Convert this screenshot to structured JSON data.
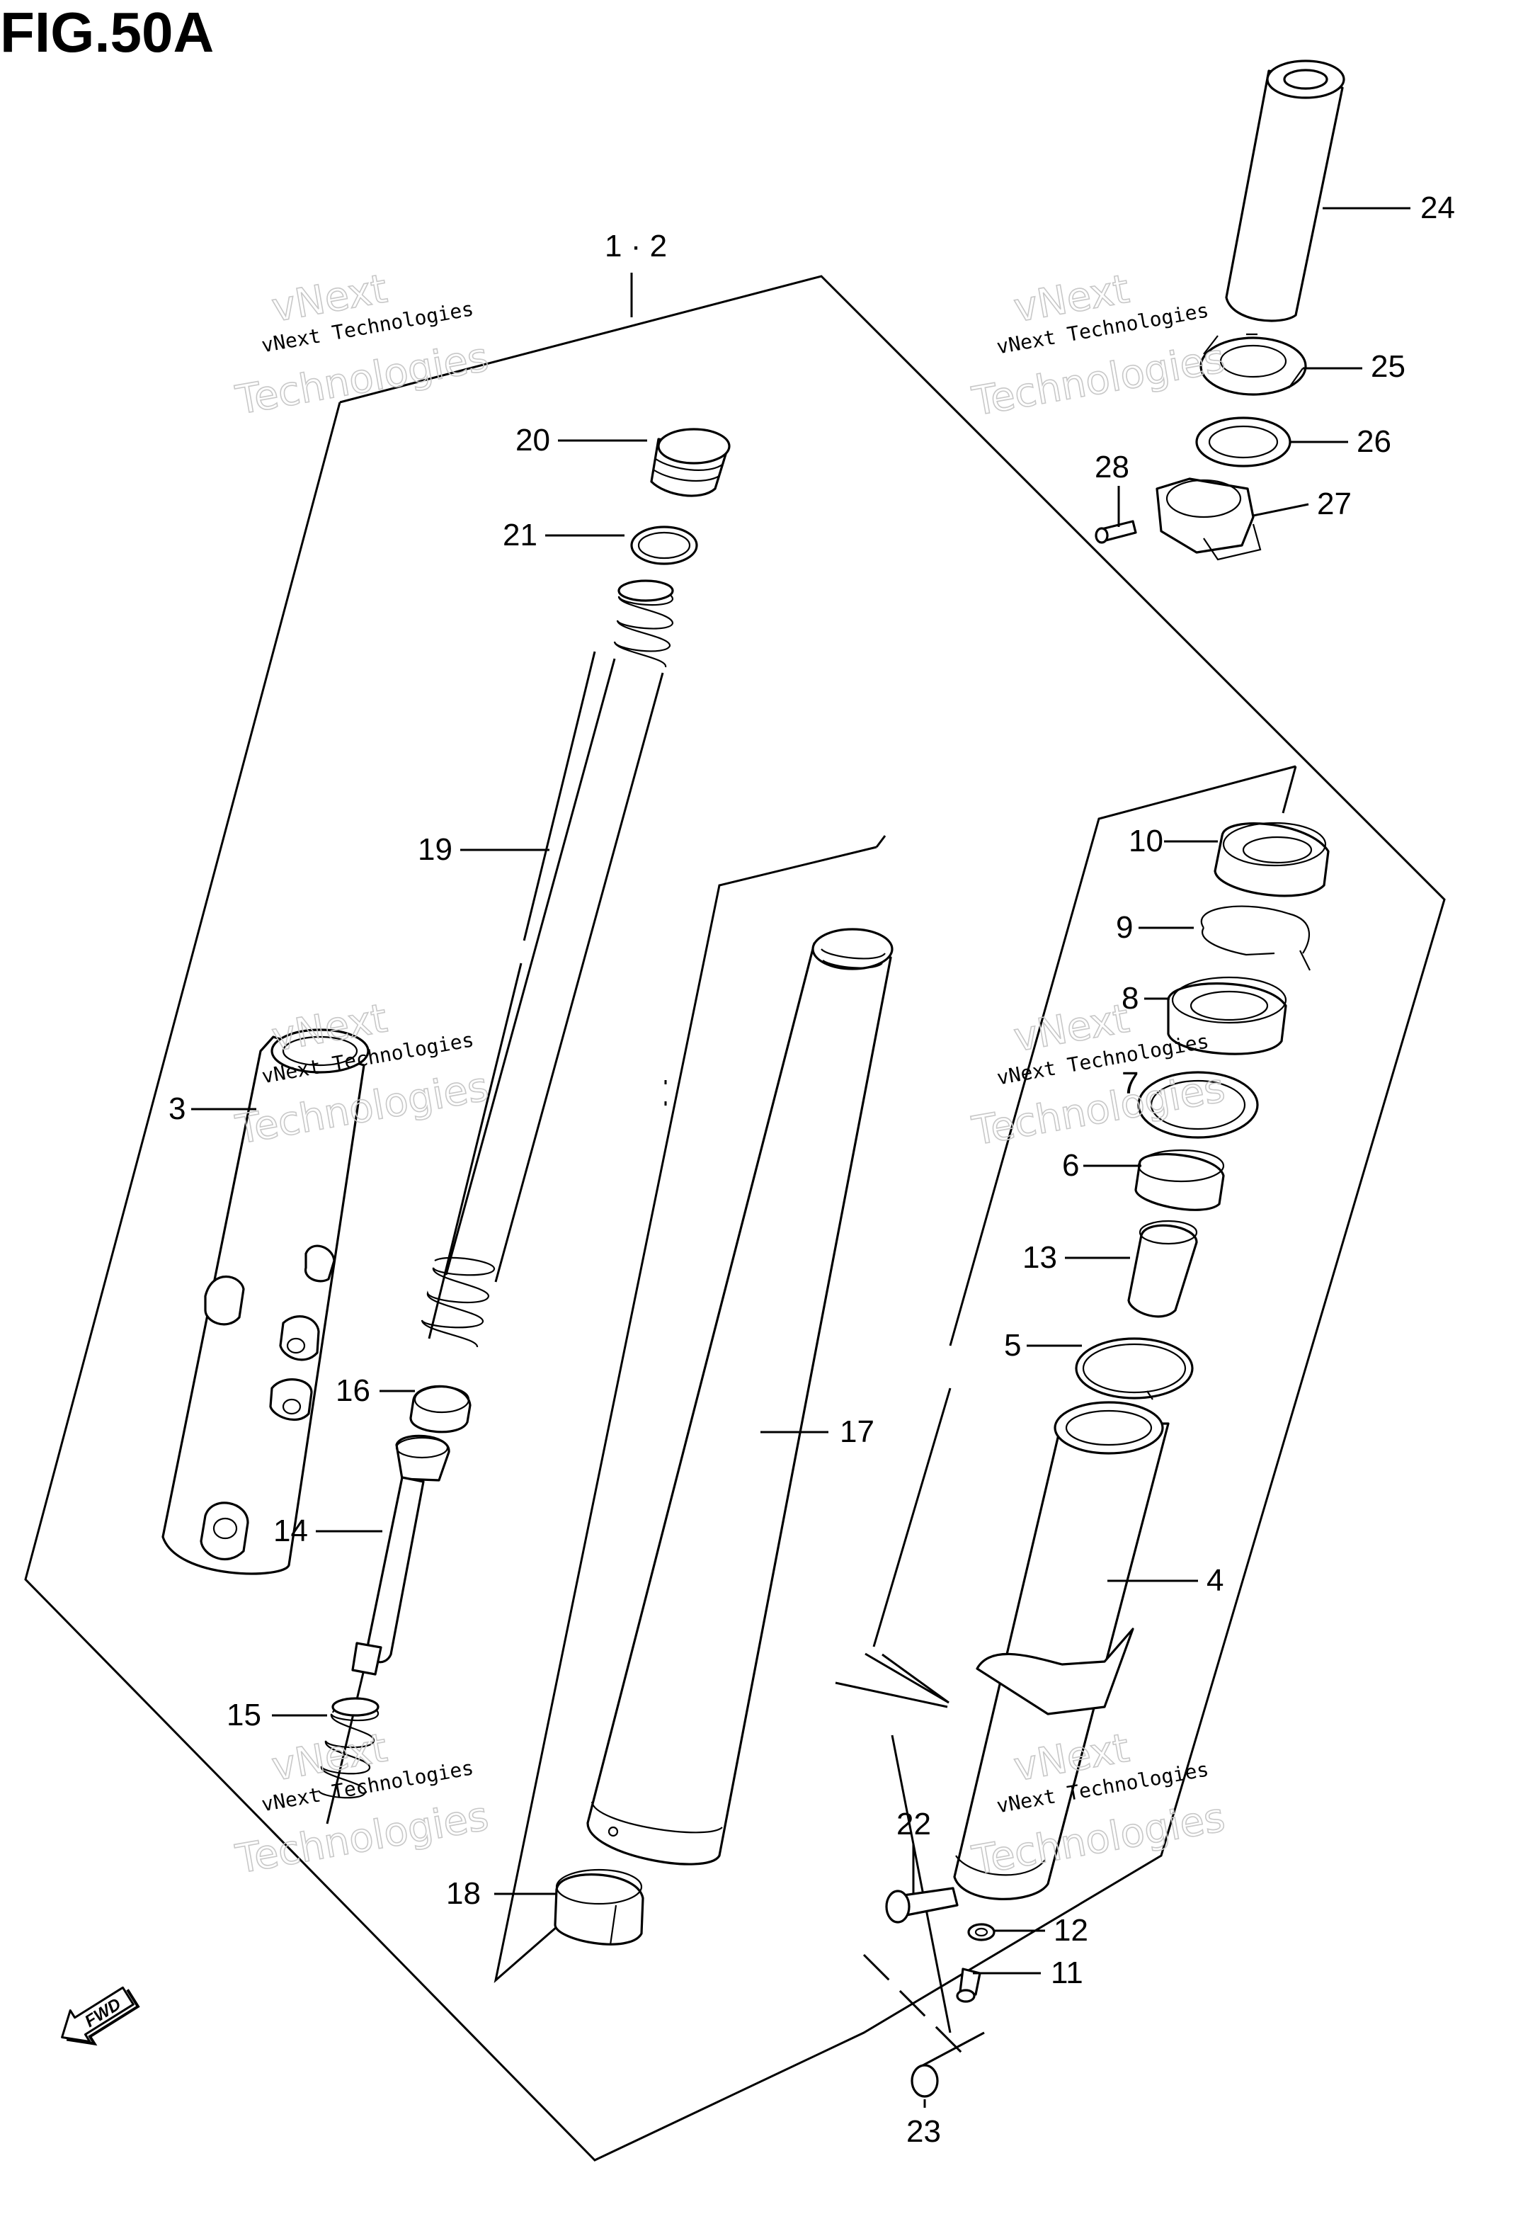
{
  "figure": {
    "title": "FIG.50A"
  },
  "assembly_label": "1 · 2",
  "callouts": {
    "p3": "3",
    "p4": "4",
    "p5": "5",
    "p6": "6",
    "p7": "7",
    "p8": "8",
    "p9": "9",
    "p10": "10",
    "p11": "11",
    "p12": "12",
    "p13": "13",
    "p14": "14",
    "p15": "15",
    "p16": "16",
    "p17": "17",
    "p18": "18",
    "p19": "19",
    "p20": "20",
    "p21": "21",
    "p22": "22",
    "p23": "23",
    "p24": "24",
    "p25": "25",
    "p26": "26",
    "p27": "27",
    "p28": "28"
  },
  "watermark": {
    "line1": "vNext Technologies",
    "line2": "Technologies",
    "line3": "vNext"
  },
  "direction_badge": "FWD"
}
